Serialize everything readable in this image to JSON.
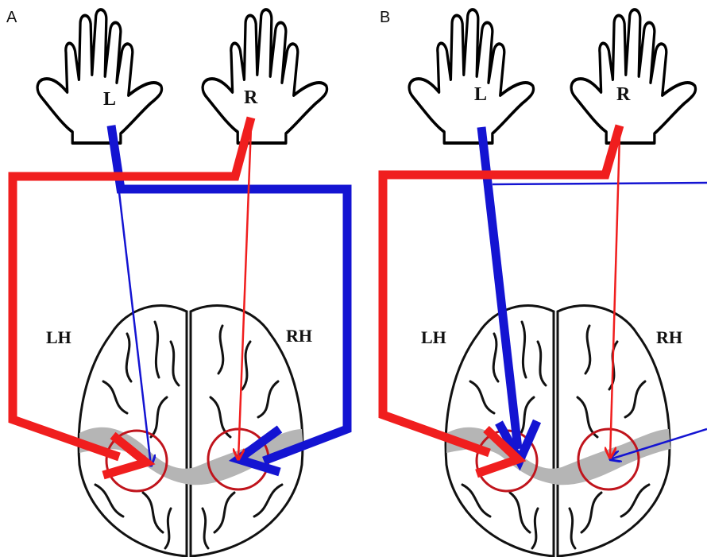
{
  "panels": [
    {
      "letter": "A",
      "left_hand": "L",
      "right_hand": "R",
      "left_hemisphere": "LH",
      "right_hemisphere": "RH"
    },
    {
      "letter": "B",
      "left_hand": "L",
      "right_hand": "R",
      "left_hemisphere": "LH",
      "right_hemisphere": "RH"
    }
  ],
  "colors": {
    "left_hand_pathway": "#1414d2",
    "right_hand_pathway": "#f01e1e",
    "target_circle": "#c0141c",
    "cortex_band": "#b5b5b5"
  }
}
